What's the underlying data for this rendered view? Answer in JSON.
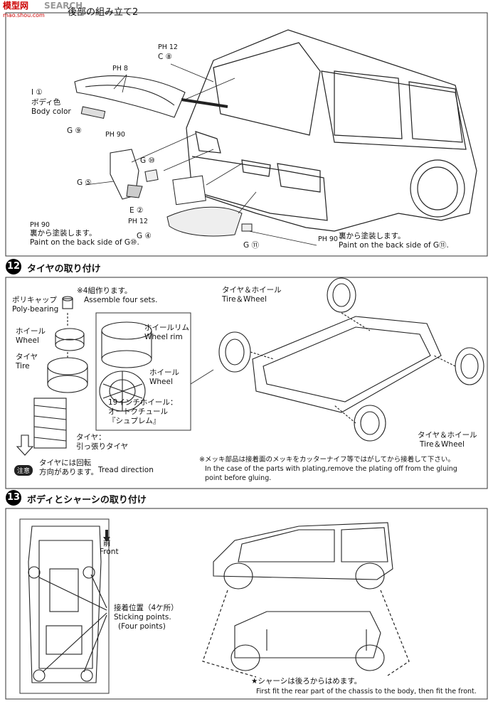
{
  "watermark": {
    "site": "模型网",
    "site_en": "SEARCH",
    "url": "mao.shou.com"
  },
  "section_top": {
    "heading": "後部の組み立て2",
    "labels": {
      "i1_part": "I ①",
      "i1_jp": "ボディ色",
      "i1_en": "Body color",
      "ph8": "PH 8",
      "ph12_top": "PH 12",
      "c8": "C ⑧",
      "g9": "G ⑨",
      "ph90_a": "PH 90",
      "g10": "G ⑩",
      "g5": "G ⑤",
      "e2": "E ②",
      "ph12_mid": "PH 12",
      "g4": "G ④",
      "ph90_b": "PH 90",
      "note_left_jp": "裏から塗装します。",
      "note_left_en": "Paint on the back side of G⑩.",
      "ph90_c": "PH 90",
      "note_right_jp": "裏から塗装します。",
      "note_right_en": "Paint on the back side of G⑪.",
      "g11": "G ⑪"
    }
  },
  "step12": {
    "number": "12",
    "heading": "タイヤの取り付け",
    "assemble_jp": "※4組作ります。",
    "assemble_en": "Assemble four sets.",
    "poly_jp": "ポリキャップ",
    "poly_en": "Poly-bearing",
    "wheel_jp": "ホイール",
    "wheel_en": "Wheel",
    "tire_jp": "タイヤ",
    "tire_en": "Tire",
    "rim_jp": "ホイールリム",
    "rim_en": "Wheel rim",
    "wheel2_jp": "ホイール",
    "wheel2_en": "Wheel",
    "inch_line1": "19インチホイール：",
    "inch_line2": "オートクチュール",
    "inch_line3": "『シュプレム』",
    "tire_stretch_line1": "タイヤ：",
    "tire_stretch_line2": "引っ張りタイヤ",
    "caution_tag": "注意",
    "tread_jp_line1": "タイヤには回転",
    "tread_jp_line2": "方向があります。",
    "tread_en": "Tread direction",
    "tw_top_jp": "タイヤ＆ホイール",
    "tw_top_en": "Tire＆Wheel",
    "tw_bottom_jp": "タイヤ＆ホイール",
    "tw_bottom_en": "Tire＆Wheel",
    "plating_jp": "※メッキ部品は接着面のメッキをカッターナイフ等ではがしてから接着して下さい。",
    "plating_en_line1": "In the case of the parts with plating,remove the plating off from the gluing",
    "plating_en_line2": "point before gluing."
  },
  "step13": {
    "number": "13",
    "heading": "ボディとシャーシの取り付け",
    "front_jp": "前",
    "front_en": "Front",
    "sticking_jp": "接着位置（4ケ所）",
    "sticking_en_line1": "Sticking points.",
    "sticking_en_line2": "(Four points)",
    "fit_jp": "★シャーシは後ろからはめます。",
    "fit_en": "First fit the rear part of the chassis to the body, then fit the front."
  }
}
